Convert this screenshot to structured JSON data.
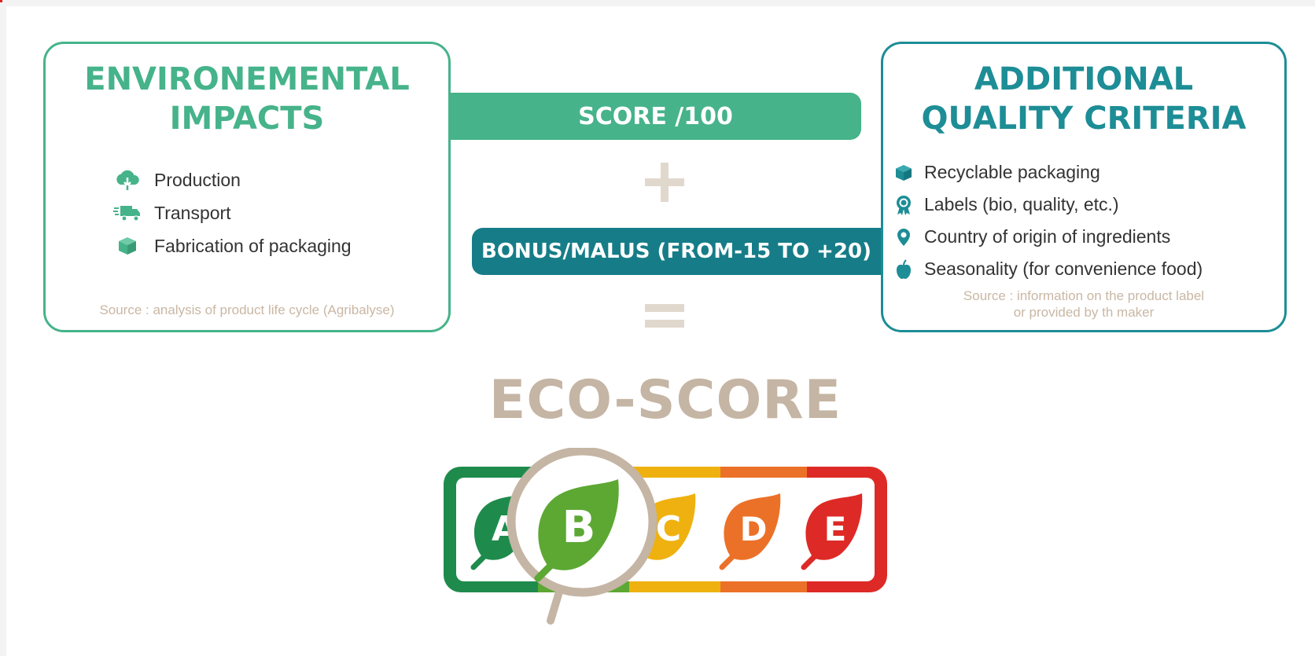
{
  "environmental": {
    "title_line1": "ENVIRONEMENTAL",
    "title_line2": "IMPACTS",
    "items": [
      {
        "label": "Production",
        "icon": "cloud-download-icon"
      },
      {
        "label": "Transport",
        "icon": "truck-icon"
      },
      {
        "label": "Fabrication of packaging",
        "icon": "box-icon"
      }
    ],
    "source": "Source : analysis of product life cycle (Agribalyse)",
    "color": "#46b38a"
  },
  "additional": {
    "title_line1": "ADDITIONAL",
    "title_line2": "QUALITY CRITERIA",
    "items": [
      {
        "label": "Recyclable packaging",
        "icon": "box-icon"
      },
      {
        "label": "Labels (bio, quality, etc.)",
        "icon": "award-icon"
      },
      {
        "label": "Country of origin of ingredients",
        "icon": "location-pin-icon"
      },
      {
        "label": "Seasonality (for convenience food)",
        "icon": "apple-icon"
      }
    ],
    "source_line1": "Source : information on the product label",
    "source_line2": "or provided by th maker",
    "color": "#1d8d96"
  },
  "score_bar": "SCORE /100",
  "bonus_bar": "BONUS/MALUS (FROM-15 TO +20)",
  "eco_title": "ECO-SCORE",
  "grades": [
    {
      "letter": "A",
      "color": "#1e8b4c"
    },
    {
      "letter": "B",
      "color": "#5ca833"
    },
    {
      "letter": "C",
      "color": "#efb10f"
    },
    {
      "letter": "D",
      "color": "#ec7128"
    },
    {
      "letter": "E",
      "color": "#de2a26"
    }
  ],
  "selected_grade": "B",
  "accent_beige": "#c5b5a4"
}
